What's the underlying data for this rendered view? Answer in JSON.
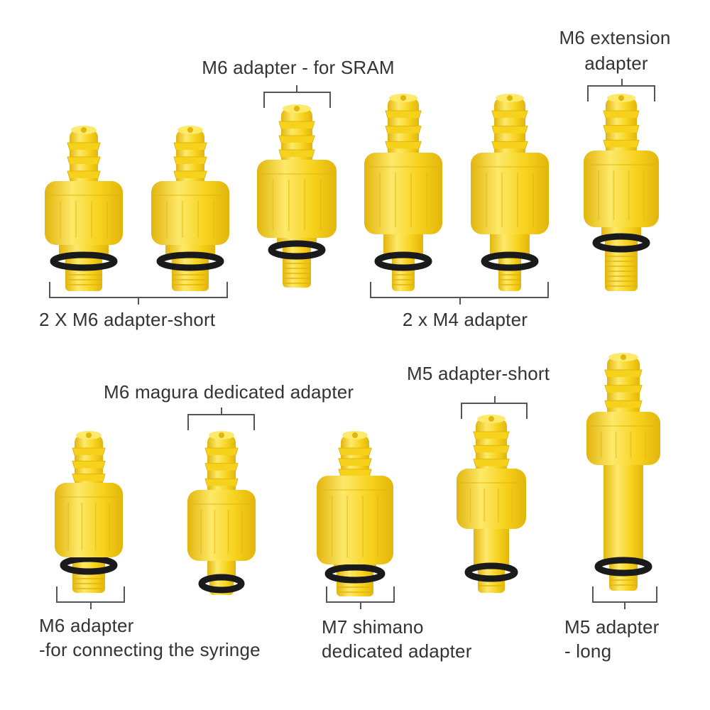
{
  "colors": {
    "plastic": "#f7d21c",
    "plastic_shade": "#e2b50c",
    "plastic_light": "#fde96a",
    "oring": "#1a1a1a",
    "text": "#333333"
  },
  "labels": {
    "sram": "M6 adapter - for SRAM",
    "extension_line1": "M6 extension",
    "extension_line2": "adapter",
    "m6_short": "2 X M6 adapter-short",
    "m4": "2 x M4 adapter",
    "magura": "M6 magura dedicated adapter",
    "m5_short": "M5 adapter-short",
    "syringe_line1": "M6 adapter",
    "syringe_line2": "-for connecting the syringe",
    "shimano_line1": "M7 shimano",
    "shimano_line2": "dedicated adapter",
    "m5_long_line1": "M5 adapter",
    "m5_long_line2": "- long"
  }
}
